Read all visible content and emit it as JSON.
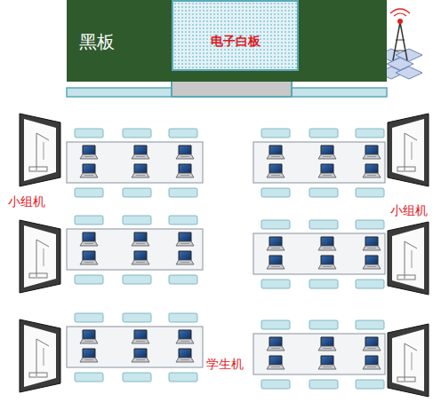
{
  "diagram": {
    "nodes": [
      {
        "text": [
          "黑板"
        ]
      },
      {
        "text": [
          "电子白板"
        ]
      }
    ],
    "labels": [
      "小组机",
      "小组机",
      "学生机"
    ]
  }
}
